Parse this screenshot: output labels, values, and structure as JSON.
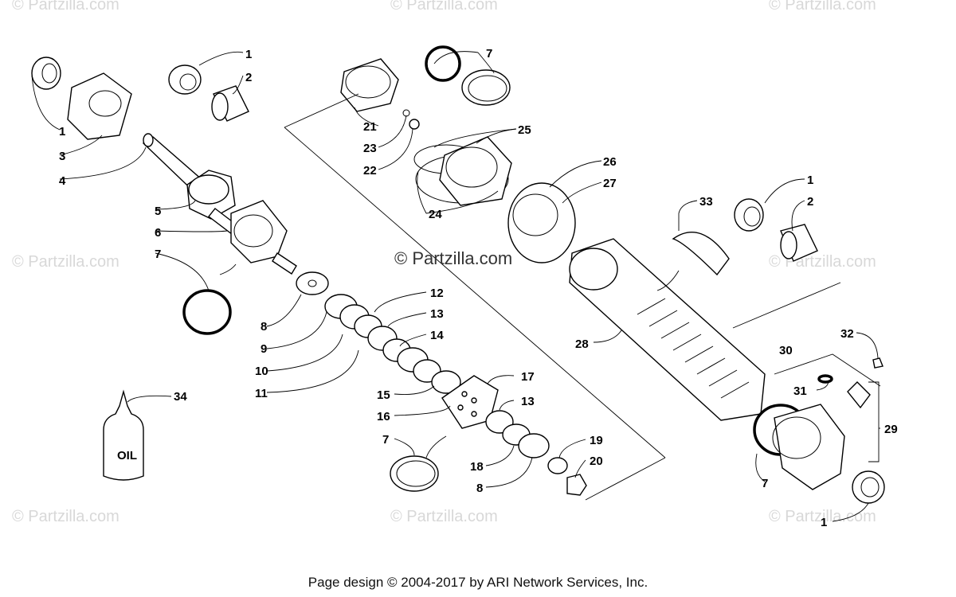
{
  "diagram": {
    "footer": "Page design © 2004-2017 by ARI Network Services, Inc.",
    "center_watermark": "© Partzilla.com",
    "bg_watermark": "© Partzilla.com",
    "oil_label": "OIL",
    "callouts": [
      "1",
      "2",
      "1",
      "3",
      "4",
      "5",
      "6",
      "7",
      "8",
      "9",
      "10",
      "11",
      "12",
      "13",
      "14",
      "15",
      "16",
      "17",
      "13",
      "7",
      "18",
      "19",
      "20",
      "8",
      "21",
      "23",
      "22",
      "7",
      "25",
      "24",
      "26",
      "27",
      "33",
      "1",
      "2",
      "28",
      "30",
      "32",
      "31",
      "29",
      "7",
      "1",
      "34"
    ]
  }
}
